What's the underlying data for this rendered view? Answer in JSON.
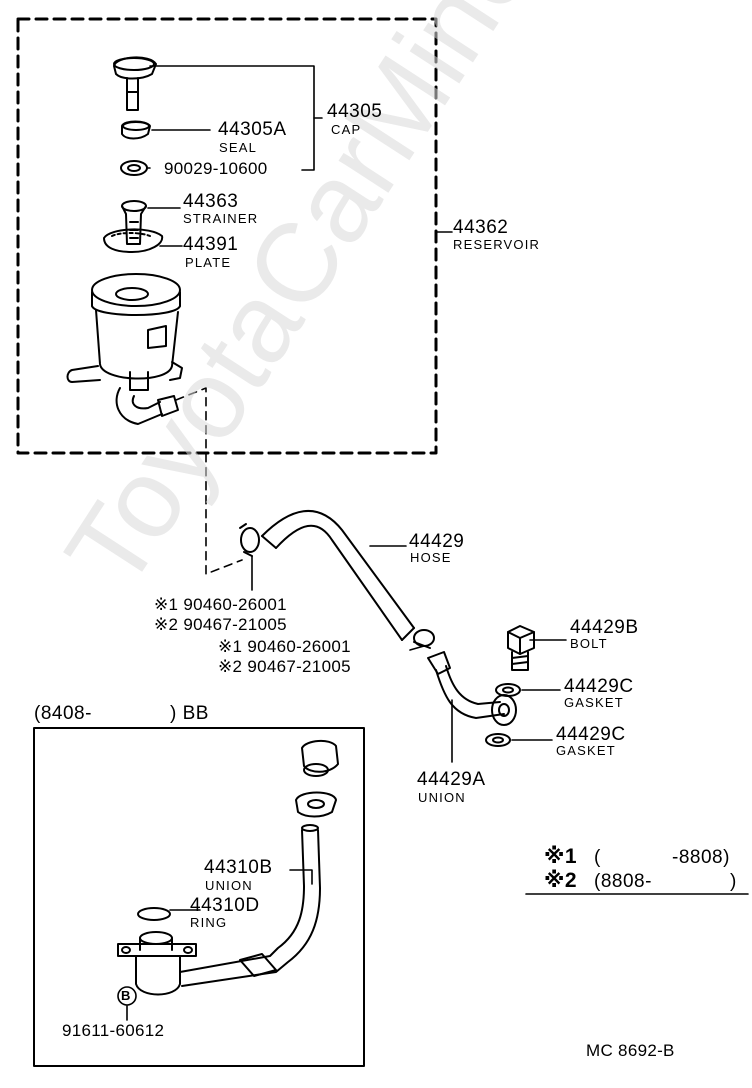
{
  "watermark": "ToyotaCarMine.ru",
  "reservoir_box": {
    "reservoir": {
      "part_no": "44362",
      "desc": "RESERVOIR"
    },
    "cap": {
      "part_no": "44305",
      "desc": "CAP"
    },
    "seal": {
      "part_no": "44305A",
      "desc": "SEAL"
    },
    "washer": {
      "part_no": "90029-10600"
    },
    "strainer": {
      "part_no": "44363",
      "desc": "STRAINER"
    },
    "plate": {
      "part_no": "44391",
      "desc": "PLATE"
    }
  },
  "hose_assembly": {
    "hose": {
      "part_no": "44429",
      "desc": "HOSE"
    },
    "clamp_upper": {
      "opt1": "※1  90460-26001",
      "opt2": "※2  90467-21005"
    },
    "clamp_lower": {
      "opt1": "※1 90460-26001",
      "opt2": "※2 90467-21005"
    },
    "bolt": {
      "part_no": "44429B",
      "desc": "BOLT"
    },
    "gasket_upper": {
      "part_no": "44429C",
      "desc": "GASKET"
    },
    "gasket_lower": {
      "part_no": "44429C",
      "desc": "GASKET"
    },
    "union": {
      "part_no": "44429A",
      "desc": "UNION"
    }
  },
  "inset": {
    "header": "(8408-",
    "header_suffix": ") BB",
    "union": {
      "part_no": "44310B",
      "desc": "UNION"
    },
    "ring": {
      "part_no": "44310D",
      "desc": "RING"
    },
    "bolt_symbol": "B",
    "bolt_part_no": "91611-60612"
  },
  "notes": {
    "note1_mark": "※1",
    "note1_range_open": "(",
    "note1_range_end": "-8808)",
    "note2_mark": "※2",
    "note2_range": "(8808-",
    "note2_range_close": ")"
  },
  "figure_code": "MC 8692-B"
}
